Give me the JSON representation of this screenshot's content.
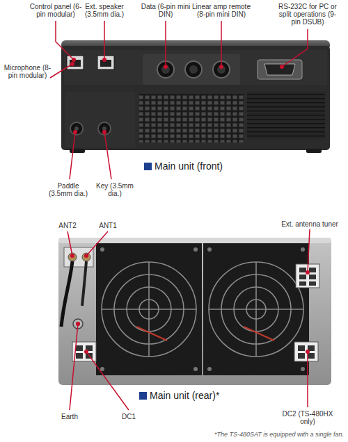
{
  "diagram": {
    "labels": [
      "Control panel (6-pin modular)",
      "Ext. speaker (3.5mm dia.)",
      "Data (6-pin mini DIN)",
      "Linear amp remote (8-pin mini DIN)",
      "RS-232C for PC or split operations (9-pin DSUB)",
      "Microphone (8-pin modular)",
      "Paddle (3.5mm dia.)",
      "Key (3.5mm dia.)",
      "Main unit (front)",
      "ANT2",
      "ANT1",
      "Ext. antenna tuner",
      "Main unit (rear)*",
      "Earth",
      "DC1",
      "DC2 (TS-480HX only)",
      "*The TS-480SAT is equipped with a single fan."
    ]
  }
}
